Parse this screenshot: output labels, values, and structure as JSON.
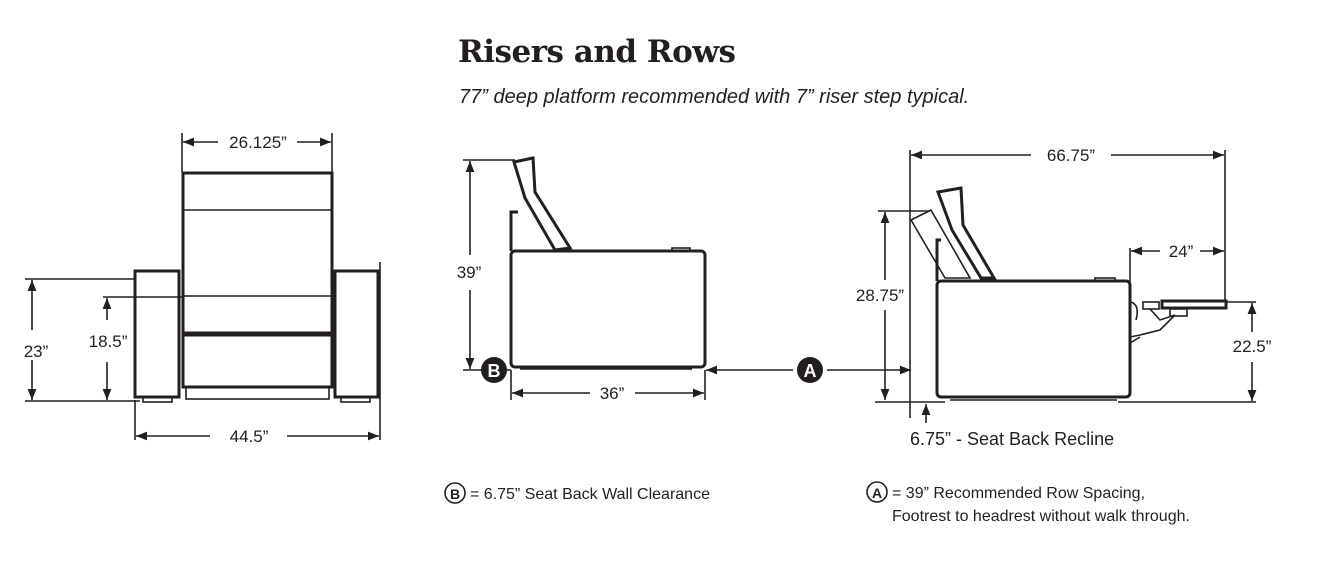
{
  "header": {
    "title": "Risers and Rows",
    "subtitle": "77” deep platform recommended with 7” riser step typical."
  },
  "front_view": {
    "back_width": "26.125”",
    "arm_height": "23”",
    "seat_height": "18.5”",
    "overall_width": "44.5”"
  },
  "side_view": {
    "height": "39”",
    "depth": "36”",
    "marker_b": "B",
    "marker_a": "A"
  },
  "reclined_view": {
    "overall_depth": "66.75”",
    "footrest_extension": "24”",
    "reclined_height": "28.75”",
    "footrest_height": "22.5”",
    "recline_note": "6.75” - Seat Back Recline"
  },
  "legend": {
    "b_letter": "B",
    "b_text": "= 6.75” Seat Back Wall Clearance",
    "a_letter": "A",
    "a_text_line1": "= 39” Recommended Row Spacing,",
    "a_text_line2": "Footrest to headrest without walk through."
  }
}
